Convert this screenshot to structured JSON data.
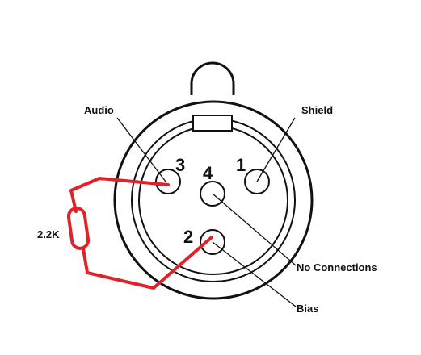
{
  "labels": {
    "audio": "Audio",
    "shield": "Shield",
    "no_connections": "No Connections",
    "bias": "Bias",
    "resistor": "2.2K"
  },
  "pins": {
    "pin1": "1",
    "pin2": "2",
    "pin3": "3",
    "pin4": "4"
  },
  "colors": {
    "outline": "#111111",
    "wire": "#e0222b",
    "background": "#ffffff"
  }
}
